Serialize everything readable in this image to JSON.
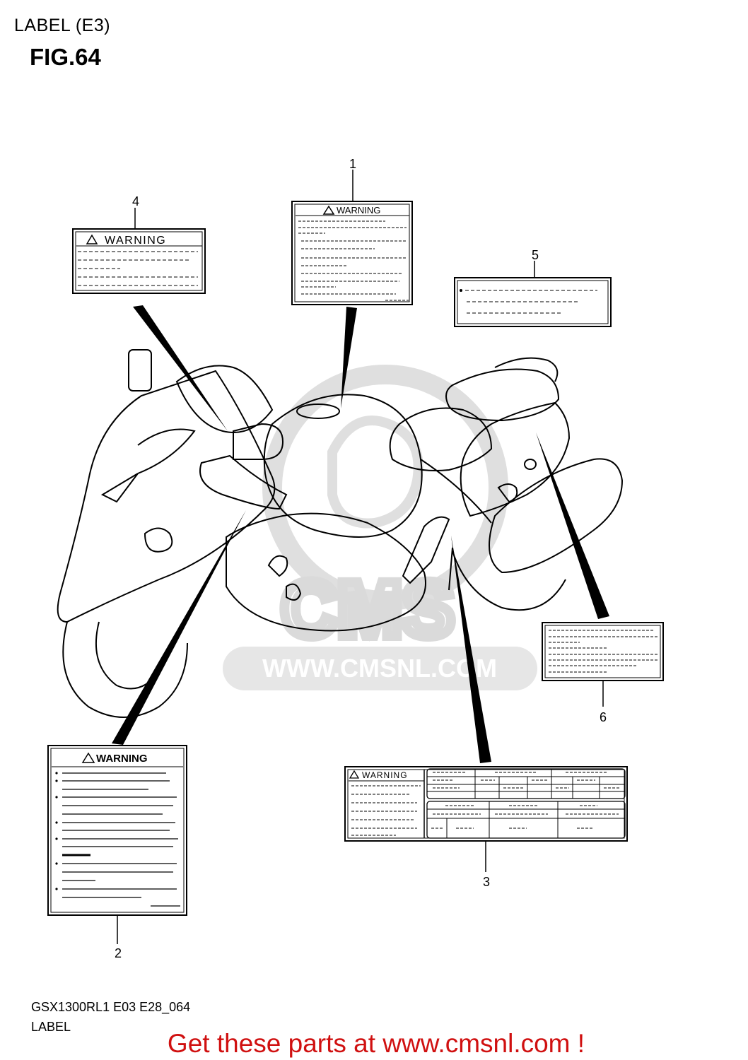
{
  "header": {
    "section": "LABEL (E3)",
    "figure": "FIG.64"
  },
  "callouts": [
    "1",
    "2",
    "3",
    "4",
    "5",
    "6"
  ],
  "label_text": {
    "warning": "WARNING"
  },
  "watermark": {
    "logo_text": "CMS",
    "url": "WWW.CMSNL.COM"
  },
  "footer": {
    "model_code": "GSX1300RL1 E03 E28_064",
    "part_group": "LABEL",
    "promo": "Get these parts at www.cmsnl.com !"
  },
  "colors": {
    "line": "#000000",
    "promo": "#d01010",
    "watermark": "#dcdcdc"
  }
}
